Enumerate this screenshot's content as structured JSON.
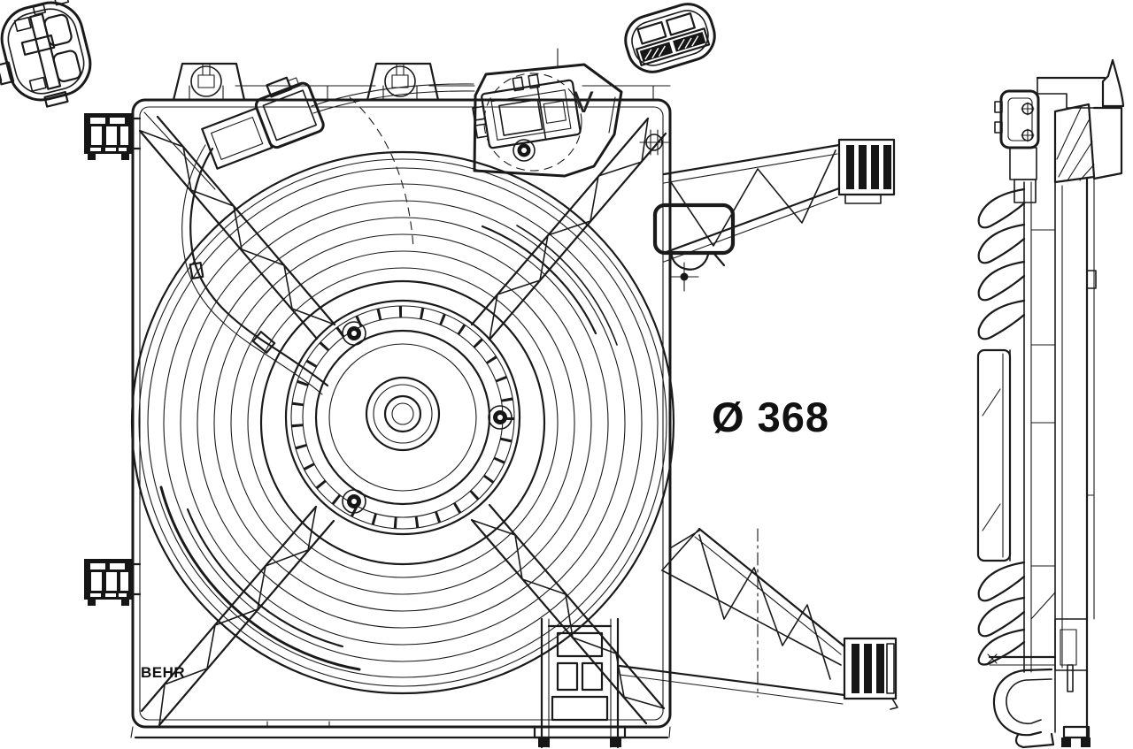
{
  "canvas": {
    "background": "#ffffff",
    "ink": "#1a1a1a"
  },
  "annotations": {
    "diameter_label": "Ø 368",
    "v_marking": "V",
    "brand_logo": "BEHR"
  }
}
